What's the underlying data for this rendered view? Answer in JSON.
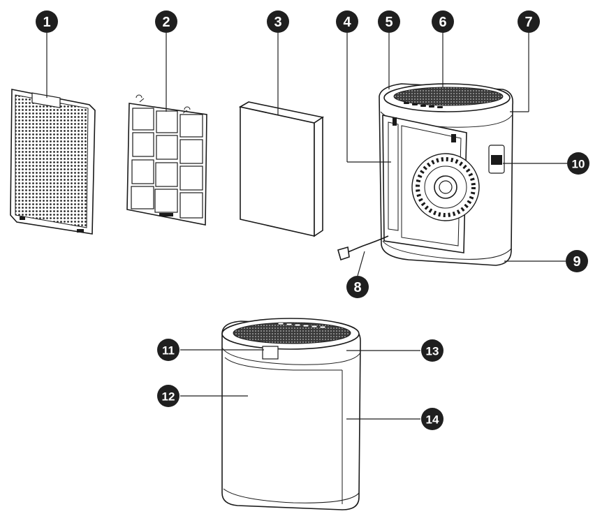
{
  "callouts": [
    {
      "id": "1",
      "label": "1"
    },
    {
      "id": "2",
      "label": "2"
    },
    {
      "id": "3",
      "label": "3"
    },
    {
      "id": "4",
      "label": "4"
    },
    {
      "id": "5",
      "label": "5"
    },
    {
      "id": "6",
      "label": "6"
    },
    {
      "id": "7",
      "label": "7"
    },
    {
      "id": "8",
      "label": "8"
    },
    {
      "id": "9",
      "label": "9"
    },
    {
      "id": "10",
      "label": "10"
    },
    {
      "id": "11",
      "label": "11"
    },
    {
      "id": "12",
      "label": "12"
    },
    {
      "id": "13",
      "label": "13"
    },
    {
      "id": "14",
      "label": "14"
    }
  ],
  "colors": {
    "callout_fill": "#1f1f1f",
    "callout_text": "#ffffff",
    "line": "#1a1a1a"
  }
}
